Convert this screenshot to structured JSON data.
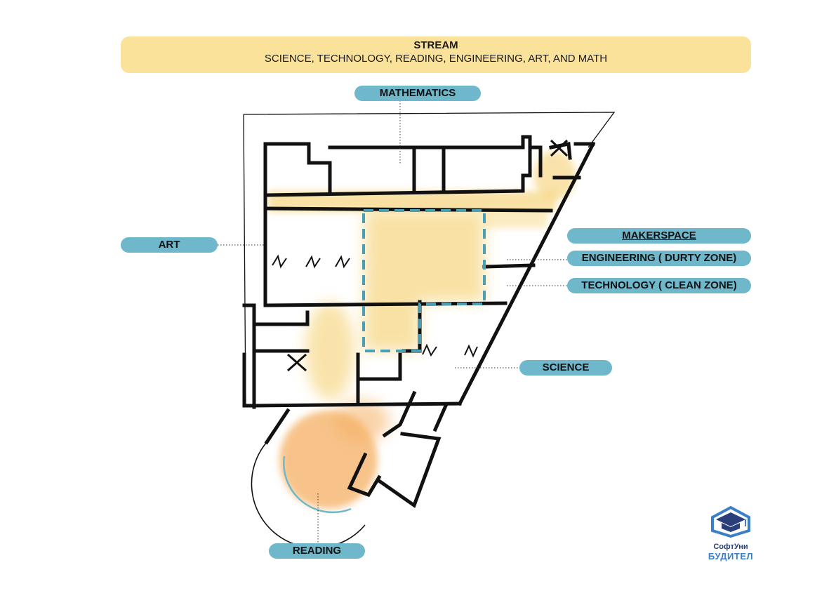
{
  "banner": {
    "title": "STREAM",
    "subtitle": "SCIENCE, TECHNOLOGY, READING, ENGINEERING, ART, AND MATH"
  },
  "labels": {
    "mathematics": "MATHEMATICS",
    "art": "ART",
    "makerspace": "MAKERSPACE",
    "engineering": "ENGINEERING ( DURTY ZONE)",
    "technology": "TECHNOLOGY ( CLEAN ZONE)",
    "science": "SCIENCE",
    "reading": "READING"
  },
  "logo": {
    "line1": "СофтУни",
    "line2": "БУДИТЕЛ",
    "icon": "graduation-cap-icon"
  },
  "colors": {
    "banner": "#fbe29a",
    "label_pill": "#6fb8cc",
    "highlight_yellow": "#f7d887",
    "highlight_orange": "#f5b064",
    "makerspace_dash": "#4a9fb5",
    "walls": "#111111"
  }
}
